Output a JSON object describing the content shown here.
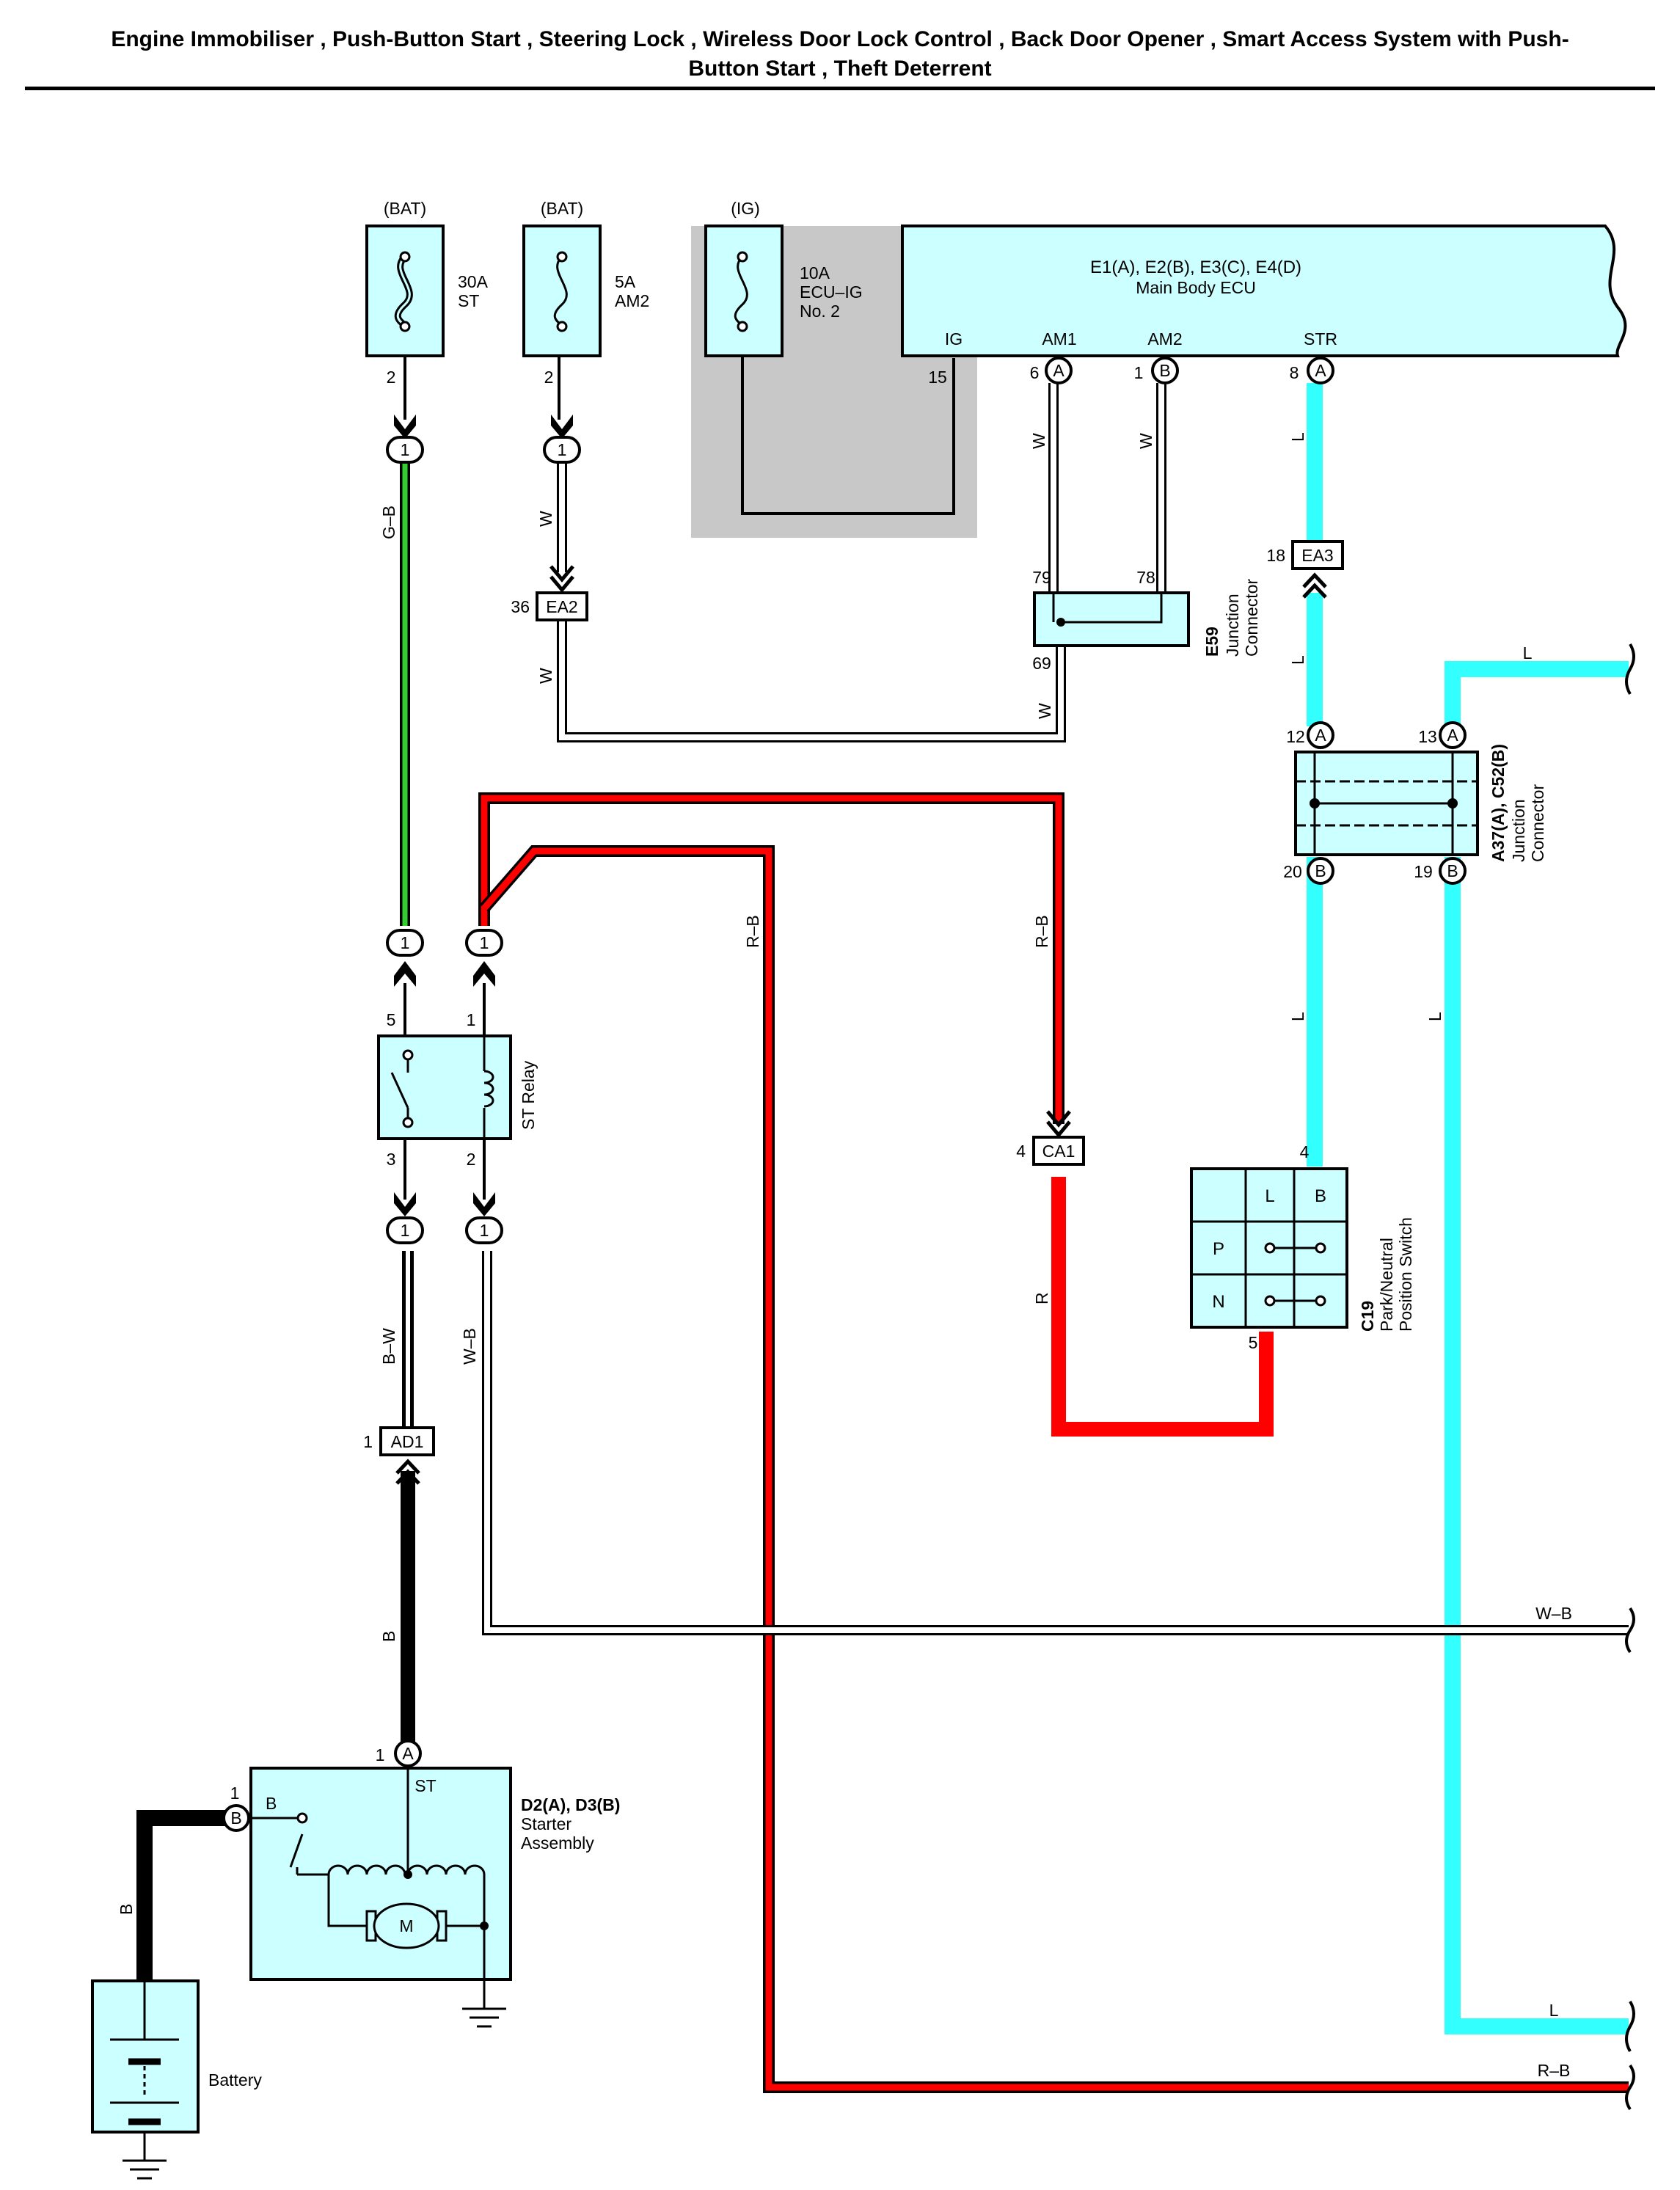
{
  "title": {
    "line1": "Engine Immobiliser , Push-Button Start , Steering Lock , Wireless Door Lock Control , Back Door Opener , Smart Access System with Push-",
    "line2": "Button Start , Theft Deterrent"
  },
  "colors": {
    "fill": "#ccffff",
    "blue": "#33ffff",
    "red": "#ff0000",
    "green": "#33cc33",
    "ig_shade": "#c8c8c8"
  },
  "fuses": [
    {
      "supply": "(BAT)",
      "amp": "30A",
      "name": "ST",
      "pin": "2"
    },
    {
      "supply": "(BAT)",
      "amp": "5A",
      "name": "AM2",
      "pin": "2"
    },
    {
      "supply": "(IG)",
      "amp": "10A",
      "name": "ECU–IG",
      "name2": "No. 2"
    }
  ],
  "ecu": {
    "title": "E1(A), E2(B), E3(C), E4(D)",
    "subtitle": "Main Body ECU",
    "terminals": [
      {
        "name": "IG",
        "pin": "15",
        "conn": ""
      },
      {
        "name": "AM1",
        "pin": "6",
        "conn": "A"
      },
      {
        "name": "AM2",
        "pin": "1",
        "conn": "B"
      },
      {
        "name": "STR",
        "pin": "8",
        "conn": "A"
      }
    ]
  },
  "connectors": {
    "ea2": {
      "id": "EA2",
      "pin": "36"
    },
    "ea3": {
      "id": "EA3",
      "pin": "18"
    },
    "ca1": {
      "id": "CA1",
      "pin": "4"
    },
    "ad1": {
      "id": "AD1",
      "pin": "1"
    },
    "pin_one": "1"
  },
  "e59": {
    "id": "E59",
    "desc1": "Junction",
    "desc2": "Connector",
    "pins": [
      "79",
      "78",
      "69"
    ]
  },
  "a37": {
    "id": "A37(A), C52(B)",
    "desc1": "Junction",
    "desc2": "Connector",
    "pins_top": [
      {
        "pin": "12",
        "conn": "A"
      },
      {
        "pin": "13",
        "conn": "A"
      }
    ],
    "pins_bottom": [
      {
        "pin": "20",
        "conn": "B"
      },
      {
        "pin": "19",
        "conn": "B"
      }
    ]
  },
  "st_relay": {
    "name": "ST Relay",
    "pins": [
      "5",
      "1",
      "3",
      "2"
    ]
  },
  "c19": {
    "id": "C19",
    "desc1": "Park/Neutral",
    "desc2": "Position Switch",
    "cols": [
      "L",
      "B"
    ],
    "rows": [
      "P",
      "N"
    ],
    "pin_top": "4",
    "pin_bottom": "5"
  },
  "starter": {
    "id": "D2(A), D3(B)",
    "desc1": "Starter",
    "desc2": "Assembly",
    "term_st": "ST",
    "term_b": "B",
    "motor": "M",
    "pin_a": "1",
    "conn_a": "A",
    "pin_b": "1",
    "conn_b": "B"
  },
  "battery": {
    "name": "Battery"
  },
  "wires": {
    "gb": "G–B",
    "w": "W",
    "l": "L",
    "rb": "R–B",
    "r": "R",
    "bw": "B–W",
    "wb": "W–B",
    "b": "B"
  }
}
